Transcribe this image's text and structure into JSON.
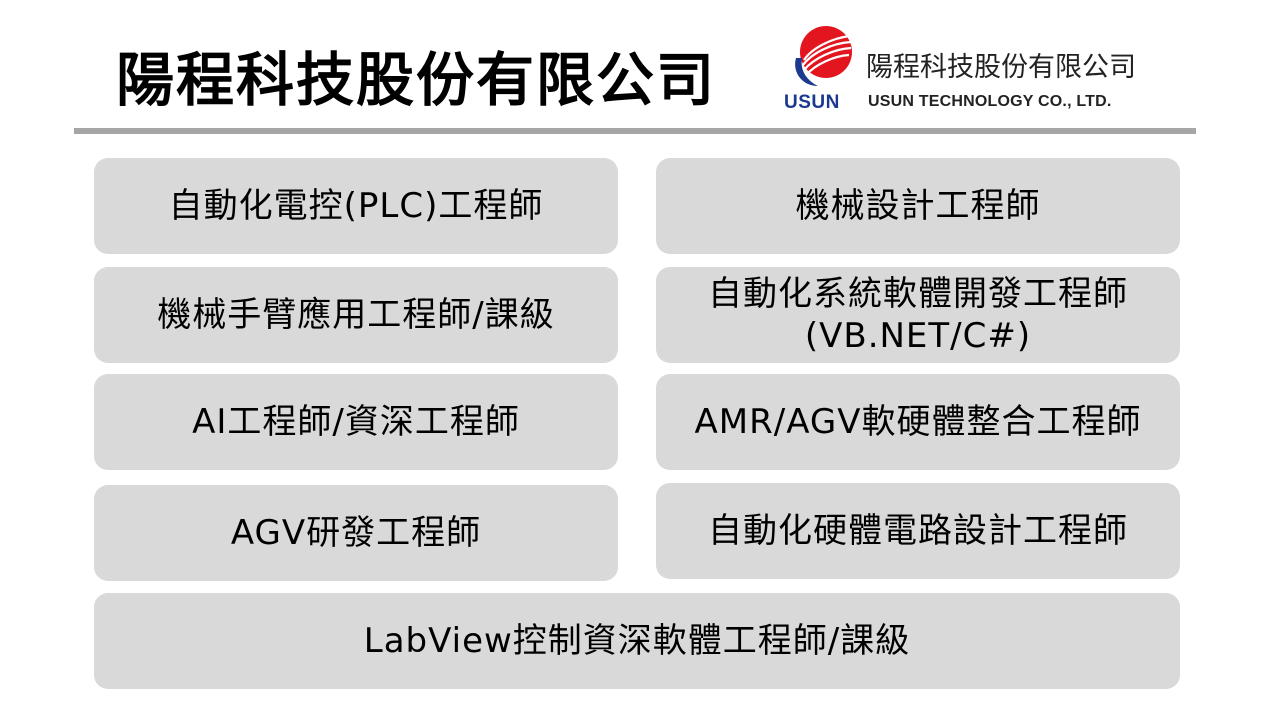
{
  "header": {
    "title": "陽程科技股份有限公司"
  },
  "logo": {
    "mark_text": "USUN",
    "name_zh": "陽程科技股份有限公司",
    "name_en": "USUN TECHNOLOGY CO., LTD.",
    "colors": {
      "red": "#e3161f",
      "blue": "#1b3a8f"
    }
  },
  "colors": {
    "card_background": "#d9d9d9",
    "divider": "#a6a6a6"
  },
  "positions": {
    "plc_engineer": "自動化電控(PLC)工程師",
    "mechanical_design": "機械設計工程師",
    "robot_arm": "機械手臂應用工程師/課級",
    "software_dev_line1": "自動化系統軟體開發工程師",
    "software_dev_line2": "(VB.NET/C#)",
    "ai_engineer": "AI工程師/資深工程師",
    "amr_agv": "AMR/AGV軟硬體整合工程師",
    "agv_rd": "AGV研發工程師",
    "hardware_circuit": "自動化硬體電路設計工程師",
    "labview": "LabView控制資深軟體工程師/課級"
  }
}
